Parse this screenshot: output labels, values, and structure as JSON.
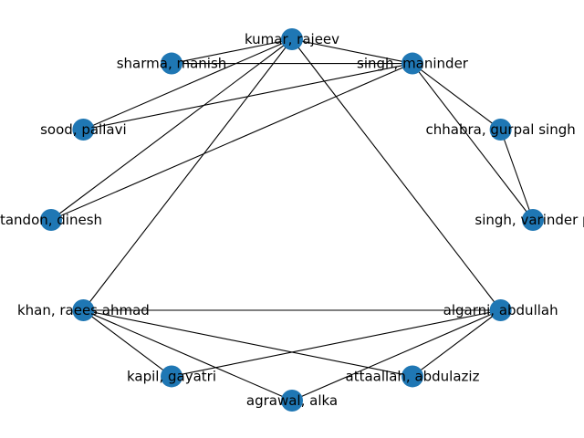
{
  "graph": {
    "node_color": "#1f77b4",
    "edge_color": "#000000",
    "nodes": [
      {
        "id": "kumar_rajeev",
        "label": "kumar, rajeev"
      },
      {
        "id": "singh_maninder",
        "label": "singh, maninder"
      },
      {
        "id": "chhabra_gurpal",
        "label": "chhabra, gurpal singh"
      },
      {
        "id": "singh_varinder",
        "label": "singh, varinder p"
      },
      {
        "id": "algarni_abdullah",
        "label": "algarni, abdullah"
      },
      {
        "id": "attaallah_abdulaziz",
        "label": "attaallah, abdulaziz"
      },
      {
        "id": "agrawal_alka",
        "label": "agrawal, alka"
      },
      {
        "id": "kapil_gayatri",
        "label": "kapil, gayatri"
      },
      {
        "id": "khan_raees",
        "label": "khan, raees ahmad"
      },
      {
        "id": "tandon_dinesh",
        "label": "tandon, dinesh"
      },
      {
        "id": "sood_pallavi",
        "label": "sood, pallavi"
      },
      {
        "id": "sharma_manish",
        "label": "sharma, manish"
      }
    ],
    "edges": [
      [
        "kumar_rajeev",
        "sharma_manish"
      ],
      [
        "kumar_rajeev",
        "singh_maninder"
      ],
      [
        "kumar_rajeev",
        "sood_pallavi"
      ],
      [
        "kumar_rajeev",
        "tandon_dinesh"
      ],
      [
        "kumar_rajeev",
        "khan_raees"
      ],
      [
        "kumar_rajeev",
        "algarni_abdullah"
      ],
      [
        "sharma_manish",
        "singh_maninder"
      ],
      [
        "singh_maninder",
        "sood_pallavi"
      ],
      [
        "singh_maninder",
        "tandon_dinesh"
      ],
      [
        "singh_maninder",
        "chhabra_gurpal"
      ],
      [
        "singh_maninder",
        "singh_varinder"
      ],
      [
        "chhabra_gurpal",
        "singh_varinder"
      ],
      [
        "khan_raees",
        "algarni_abdullah"
      ],
      [
        "khan_raees",
        "attaallah_abdulaziz"
      ],
      [
        "khan_raees",
        "agrawal_alka"
      ],
      [
        "khan_raees",
        "kapil_gayatri"
      ],
      [
        "algarni_abdullah",
        "kapil_gayatri"
      ],
      [
        "algarni_abdullah",
        "agrawal_alka"
      ],
      [
        "algarni_abdullah",
        "attaallah_abdulaziz"
      ]
    ]
  }
}
